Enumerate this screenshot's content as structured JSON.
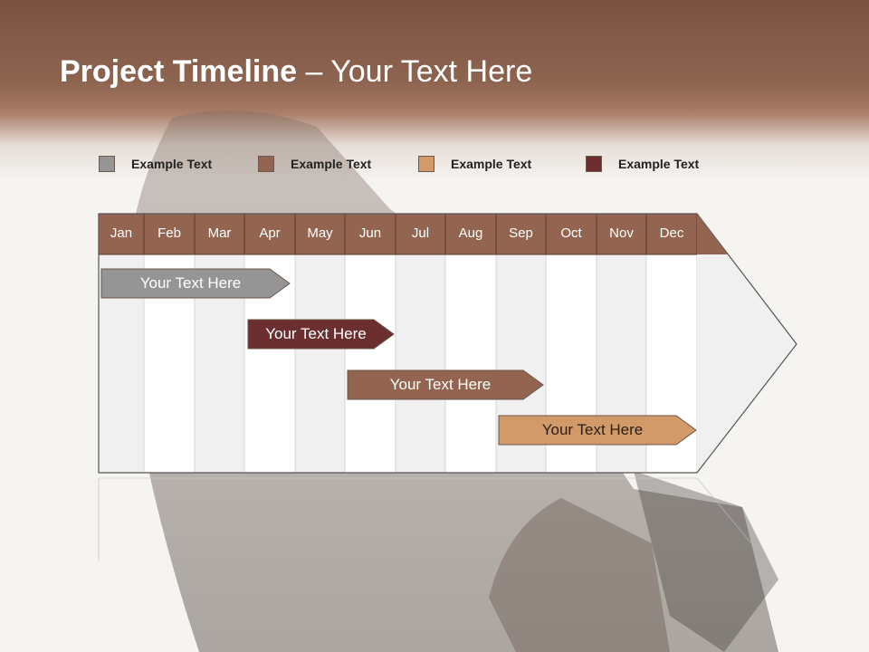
{
  "slide": {
    "title_bold": "Project Timeline",
    "title_rest": " – Your Text Here"
  },
  "legend": [
    {
      "label": "Example Text",
      "color": "#959595"
    },
    {
      "label": "Example Text",
      "color": "#936550"
    },
    {
      "label": "Example Text",
      "color": "#d29a68"
    },
    {
      "label": "Example Text",
      "color": "#6b2f2f"
    }
  ],
  "months": [
    "Jan",
    "Feb",
    "Mar",
    "Apr",
    "May",
    "Jun",
    "Jul",
    "Aug",
    "Sep",
    "Oct",
    "Nov",
    "Dec"
  ],
  "tasks": [
    {
      "label": "Your  Text Here",
      "color": "#959595"
    },
    {
      "label": "Your  Text Here",
      "color": "#6b2f2f"
    },
    {
      "label": "Your  Text Here",
      "color": "#936550"
    },
    {
      "label": "Your  Text Here",
      "color": "#d29a68"
    }
  ],
  "colors": {
    "header": "#936550",
    "grid_alt": "#f0f0f0",
    "grid_white": "#ffffff"
  }
}
